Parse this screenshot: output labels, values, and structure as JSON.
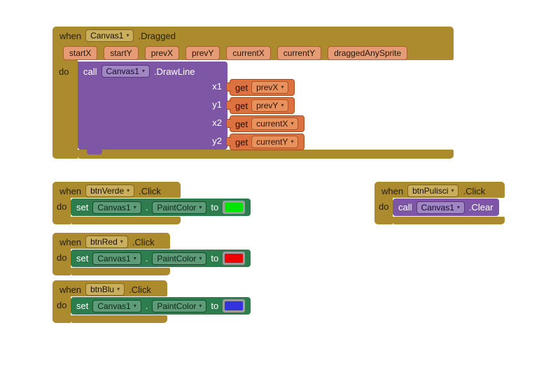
{
  "colors": {
    "canvas_bg": "#FFFFFF",
    "event_gold": "#AC8B2F",
    "gold_chip": "#C9AE5E",
    "method_purple": "#7D57A5",
    "setter_green": "#2E7D4F",
    "getter_orange": "#DD7140",
    "param_salmon": "#E59B74",
    "swatch_frame": "#9C9C9C",
    "swatch_green": "#00E400",
    "swatch_red": "#EC0000",
    "swatch_blue": "#3434DE"
  },
  "keywords": {
    "when": "when",
    "do": "do",
    "call": "call",
    "set": "set",
    "get": "get",
    "to": "to",
    "dot": "."
  },
  "blocks": {
    "dragged": {
      "component": "Canvas1",
      "event": ".Dragged",
      "params": [
        "startX",
        "startY",
        "prevX",
        "prevY",
        "currentX",
        "currentY",
        "draggedAnySprite"
      ],
      "call": {
        "component": "Canvas1",
        "method": ".DrawLine"
      },
      "args": [
        {
          "label": "x1",
          "var": "prevX"
        },
        {
          "label": "y1",
          "var": "prevY"
        },
        {
          "label": "x2",
          "var": "currentX"
        },
        {
          "label": "y2",
          "var": "currentY"
        }
      ]
    },
    "verde": {
      "component": "btnVerde",
      "event": ".Click",
      "set": {
        "component": "Canvas1",
        "property": "PaintColor"
      }
    },
    "pulisci": {
      "component": "btnPulisci",
      "event": ".Click",
      "call": {
        "component": "Canvas1",
        "method": ".Clear"
      }
    },
    "red": {
      "component": "btnRed",
      "event": ".Click",
      "set": {
        "component": "Canvas1",
        "property": "PaintColor"
      }
    },
    "blu": {
      "component": "btnBlu",
      "event": ".Click",
      "set": {
        "component": "Canvas1",
        "property": "PaintColor"
      }
    }
  }
}
